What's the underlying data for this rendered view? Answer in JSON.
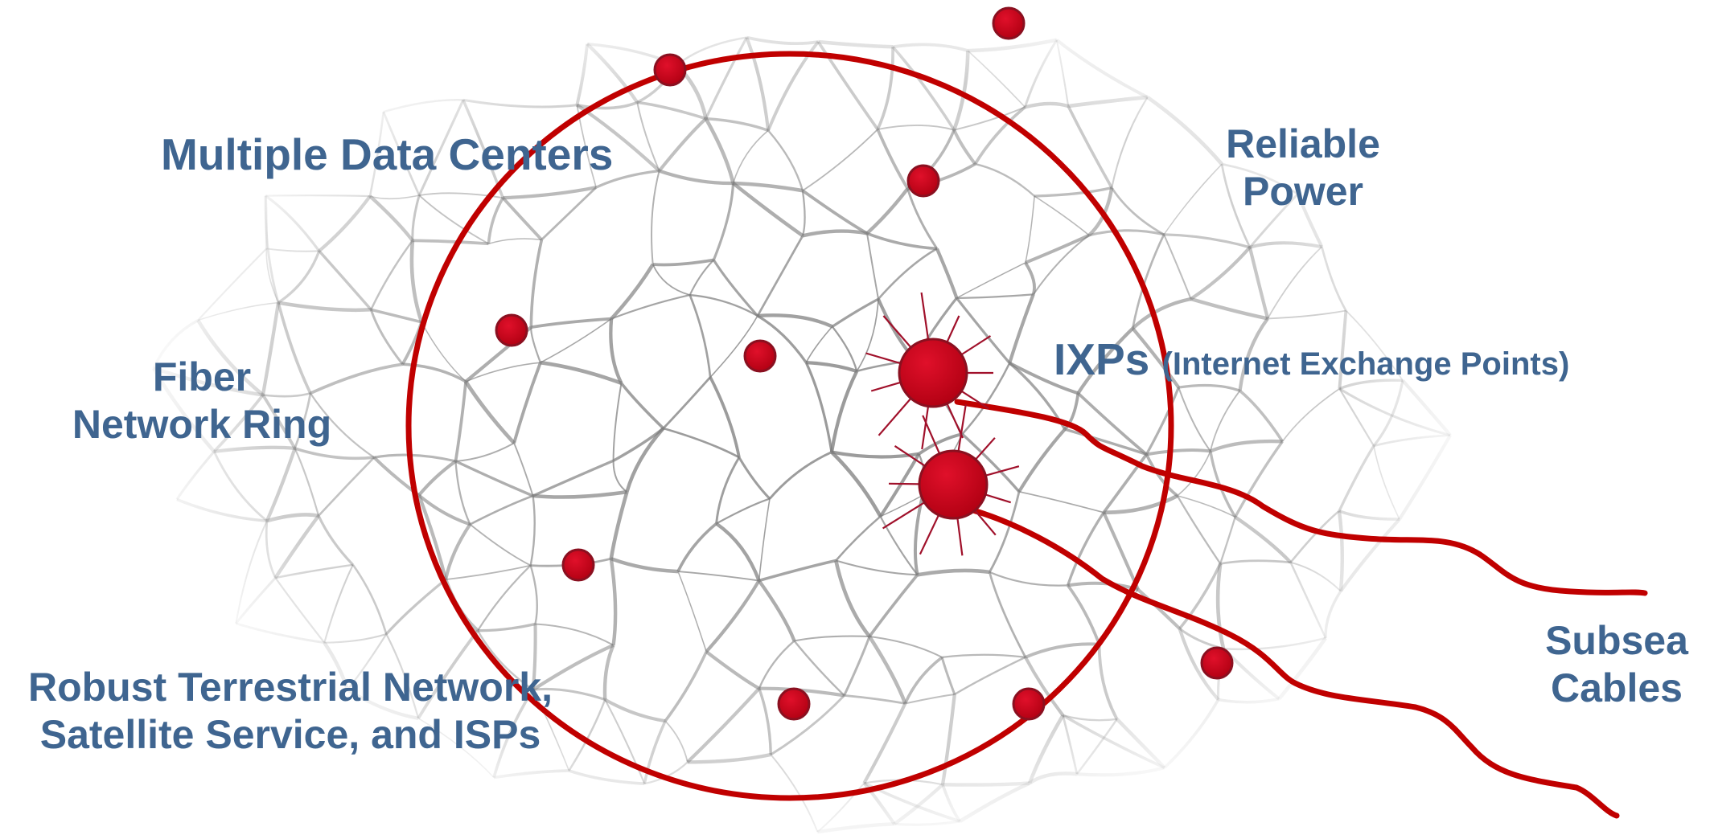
{
  "labels": {
    "data_centers": "Multiple Data Centers",
    "power_line1": "Reliable",
    "power_line2": "Power",
    "fiber_line1": "Fiber",
    "fiber_line2": "Network Ring",
    "ixps": "IXPs",
    "ixps_detail": "(Internet Exchange Points)",
    "terrestrial_line1": "Robust Terrestrial Network,",
    "terrestrial_line2": "Satellite Service, and ISPs",
    "subsea_line1": "Subsea",
    "subsea_line2": "Cables"
  },
  "colors": {
    "accent": "#c00000",
    "node_fill": "#c00000",
    "node_stroke": "#8a1020",
    "text": "#3f6590",
    "mesh": "#8a8a8a"
  }
}
